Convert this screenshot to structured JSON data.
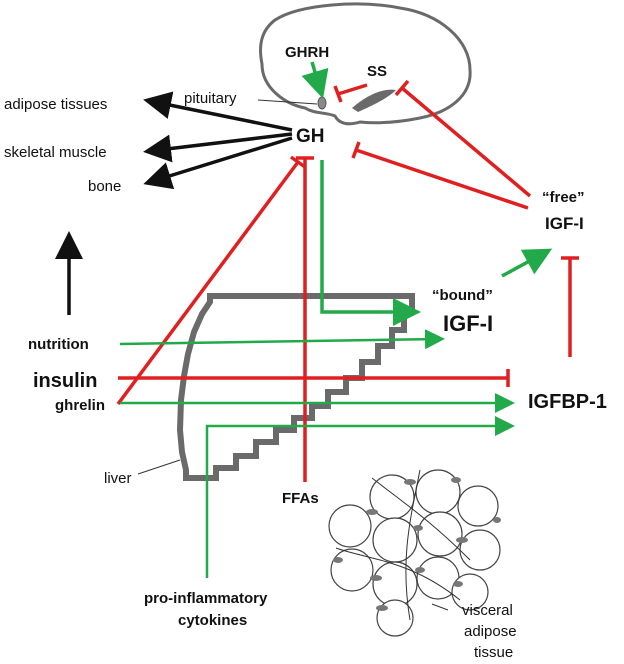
{
  "labels": {
    "ghrh": "GHRH",
    "ss": "SS",
    "pituitary": "pituitary",
    "gh": "GH",
    "adipose_tissues": "adipose tissues",
    "skeletal_muscle": "skeletal muscle",
    "bone": "bone",
    "free_quote": "“free”",
    "free_igf": "IGF-I",
    "bound_quote": "“bound”",
    "bound_igf": "IGF-I",
    "nutrition": "nutrition",
    "insulin": "insulin",
    "ghrelin": "ghrelin",
    "igfbp1": "IGFBP-1",
    "liver": "liver",
    "ffas": "FFAs",
    "cytokines_1": "pro-inflammatory",
    "cytokines_2": "cytokines",
    "visceral_1": "visceral",
    "visceral_2": "adipose",
    "visceral_3": "tissue"
  },
  "colors": {
    "stimulation": "#22aa4a",
    "inhibition": "#e02020",
    "effect": "#111111",
    "outline": "#6a6a6a"
  }
}
